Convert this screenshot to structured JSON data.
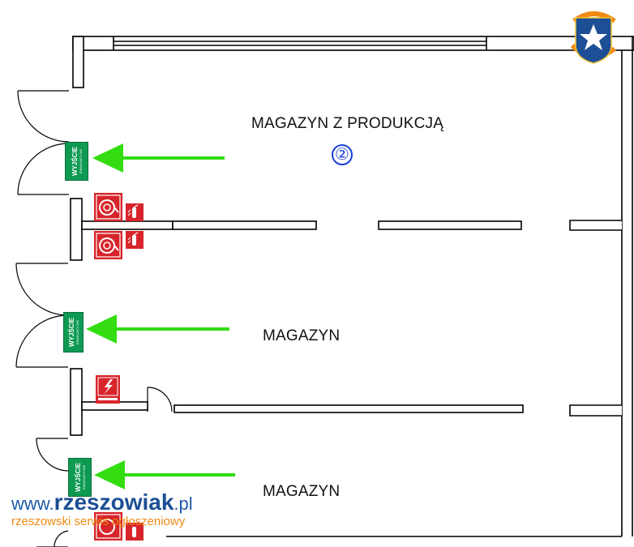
{
  "rooms": {
    "room1_label": "MAGAZYN Z PRODUKCJĄ",
    "room1_number": "②",
    "room2_label": "MAGAZYN",
    "room3_label": "MAGAZYN"
  },
  "exit_sign": {
    "title": "WYJŚCIE",
    "subtitle": "EWAKUACYJNE"
  },
  "watermark": {
    "prefix": "www.",
    "brand": "rzeszowiak",
    "suffix": ".pl",
    "tagline": "rzeszowski serwis ogłoszeniowy"
  },
  "colors": {
    "arrow": "#33dd11",
    "exit_sign": "#0f9a52",
    "fire_sign": "#d7252b",
    "badge": "#1a3fd6"
  },
  "icons": [
    "exit-sign-icon",
    "fire-hose-icon",
    "fire-extinguisher-icon",
    "electrical-hazard-icon",
    "fire-service-emblem-icon"
  ]
}
